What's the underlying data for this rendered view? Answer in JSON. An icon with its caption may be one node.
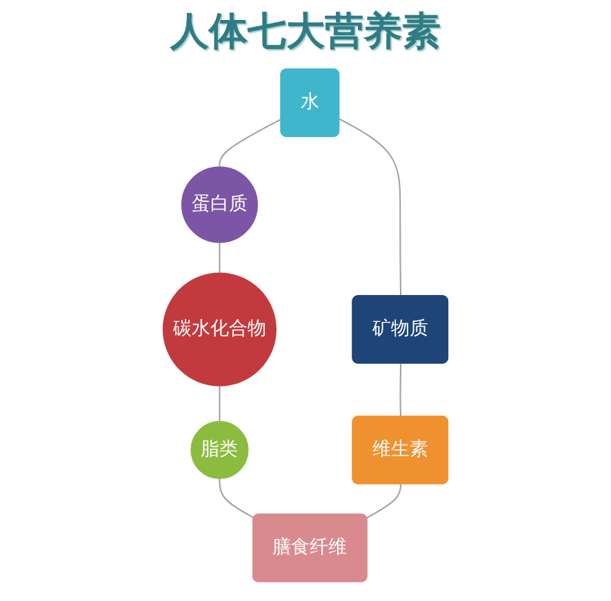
{
  "diagram": {
    "title": "人体七大营养素",
    "nodes": [
      {
        "text": [
          "水"
        ]
      },
      {
        "text": [
          "蛋白质"
        ]
      },
      {
        "text": [
          "碳水化合物"
        ]
      },
      {
        "text": [
          "脂类"
        ]
      },
      {
        "text": [
          "膳食纤维"
        ]
      },
      {
        "text": [
          "维生素"
        ]
      },
      {
        "text": [
          "矿物质"
        ]
      }
    ],
    "edges": [
      {
        "from": 0,
        "to": 6,
        "arrow": "none"
      },
      {
        "from": 0,
        "to": 1,
        "arrow": "none"
      },
      {
        "from": 1,
        "to": 2,
        "arrow": "none"
      },
      {
        "from": 2,
        "to": 3,
        "arrow": "none"
      },
      {
        "from": 3,
        "to": 4,
        "arrow": "none"
      },
      {
        "from": 5,
        "to": 4,
        "arrow": "none"
      },
      {
        "from": 6,
        "to": 5,
        "arrow": "none"
      }
    ]
  }
}
